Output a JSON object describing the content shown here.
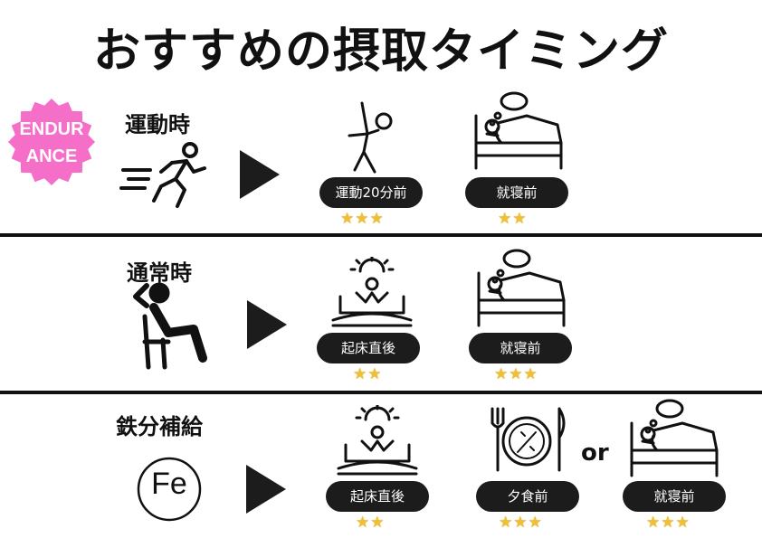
{
  "title": "おすすめの摂取タイミング",
  "badge": {
    "line1": "ENDUR",
    "line2": "ANCE",
    "color": "#f56fc9"
  },
  "sections": [
    {
      "label": "運動時",
      "items": [
        {
          "pill": "運動20分前",
          "stars": "★★★",
          "icon": "stretching-person-icon"
        },
        {
          "pill": "就寝前",
          "stars": "★★",
          "icon": "sleeping-in-bed-icon"
        }
      ]
    },
    {
      "label": "通常時",
      "items": [
        {
          "pill": "起床直後",
          "stars": "★★",
          "icon": "waking-up-sunrise-icon"
        },
        {
          "pill": "就寝前",
          "stars": "★★★",
          "icon": "sleeping-in-bed-icon"
        }
      ]
    },
    {
      "label": "鉄分補給",
      "fe_symbol": "Fe",
      "items": [
        {
          "pill": "起床直後",
          "stars": "★★",
          "icon": "waking-up-sunrise-icon"
        },
        {
          "pill": "夕食前",
          "stars": "★★★",
          "icon": "dinner-plate-icon"
        },
        {
          "pill": "就寝前",
          "stars": "★★★",
          "icon": "sleeping-in-bed-icon"
        }
      ],
      "or_label": "or"
    }
  ]
}
